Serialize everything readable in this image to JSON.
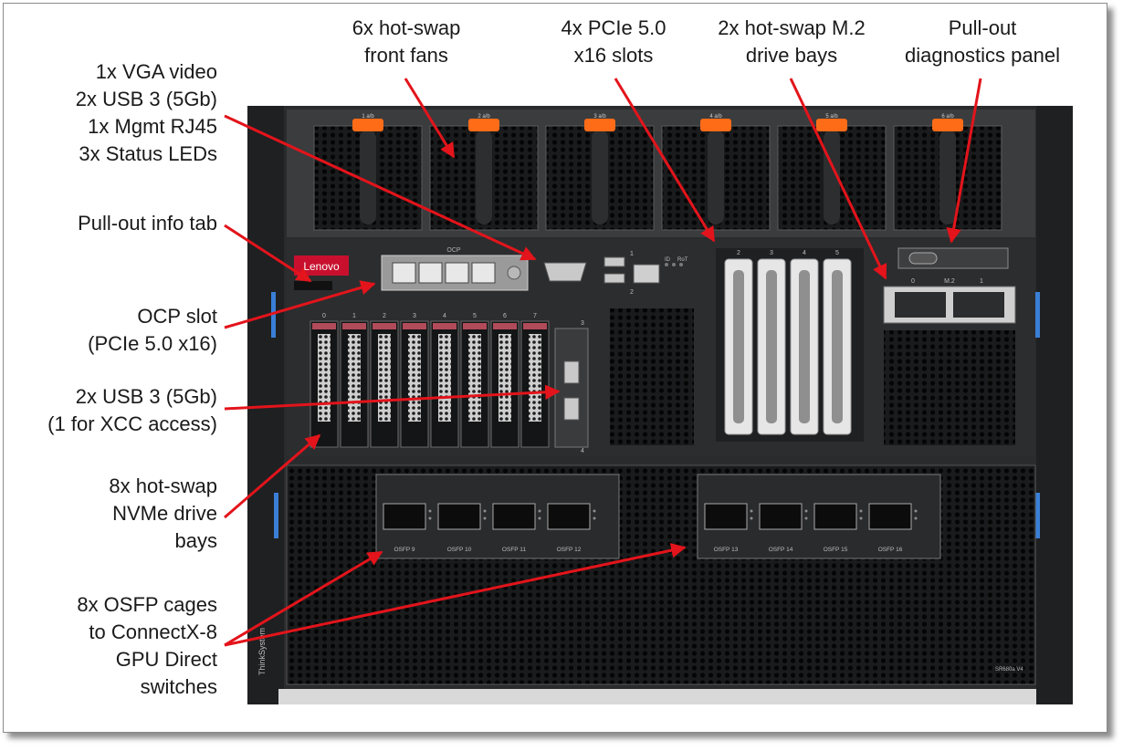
{
  "labels": {
    "front_fans": [
      "6x hot-swap",
      "front fans"
    ],
    "pcie_slots": [
      "4x PCIe 5.0",
      "x16 slots"
    ],
    "m2_bays": [
      "2x hot-swap M.2",
      "drive bays"
    ],
    "diagnostics": [
      "Pull-out",
      "diagnostics panel"
    ],
    "vga_ports": [
      "1x VGA video",
      "2x USB 3 (5Gb)",
      "1x Mgmt RJ45",
      "3x Status LEDs"
    ],
    "info_tab": [
      "Pull-out info tab"
    ],
    "ocp_slot": [
      "OCP slot",
      "(PCIe 5.0 x16)"
    ],
    "usb_ports": [
      "2x USB 3 (5Gb)",
      "(1 for XCC access)"
    ],
    "nvme_bays": [
      "8x hot-swap",
      "NVMe drive",
      "bays"
    ],
    "osfp_cages": [
      "8x OSFP cages",
      "to ConnectX-8",
      "GPU Direct",
      "switches"
    ]
  },
  "chassis": {
    "brand": "Lenovo",
    "side_brand": "ThinkSystem",
    "ocp_label": "OCP",
    "m2_label": "M.2",
    "model": "SR680a V4",
    "fan_labels": [
      "1 a/b",
      "2 a/b",
      "3 a/b",
      "4 a/b",
      "5 a/b",
      "6 a/b"
    ],
    "pcie_slot_numbers": [
      "2",
      "3",
      "4",
      "5"
    ],
    "m2_bay_numbers": [
      "0",
      "1"
    ],
    "drive_bay_numbers": [
      "0",
      "1",
      "2",
      "3",
      "4",
      "5",
      "6",
      "7"
    ],
    "usb_top_numbers": [
      "1",
      "2"
    ],
    "usb_side_numbers": [
      "3",
      "4"
    ],
    "osfp_group1": [
      "OSFP 9",
      "OSFP 10",
      "OSFP 11",
      "OSFP 12"
    ],
    "osfp_group2": [
      "OSFP 13",
      "OSFP 14",
      "OSFP 15",
      "OSFP 16"
    ],
    "led_id": "ID",
    "led_rot": "RoT"
  },
  "colors": {
    "arrow": "#e3141b",
    "chassis": "#2a2b2d",
    "accent_orange": "#ff6c18",
    "accent_blue": "#3a7fd6"
  }
}
